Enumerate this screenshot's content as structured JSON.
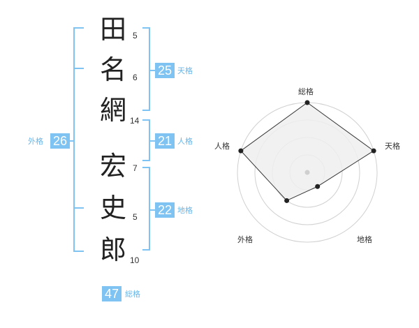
{
  "name_chars": [
    {
      "char": "田",
      "strokes": "5"
    },
    {
      "char": "名",
      "strokes": "6"
    },
    {
      "char": "網",
      "strokes": "14"
    },
    {
      "char": "宏",
      "strokes": "7"
    },
    {
      "char": "史",
      "strokes": "5"
    },
    {
      "char": "郎",
      "strokes": "10"
    }
  ],
  "kakusu": {
    "tenkaku": {
      "value": "25",
      "label": "天格"
    },
    "jinkaku": {
      "value": "21",
      "label": "人格"
    },
    "chikaku": {
      "value": "22",
      "label": "地格"
    },
    "gaikaku": {
      "value": "26",
      "label": "外格"
    },
    "soukaku": {
      "value": "47",
      "label": "総格"
    }
  },
  "chart_data": {
    "type": "radar",
    "axes": [
      "総格",
      "天格",
      "地格",
      "外格",
      "人格"
    ],
    "values": [
      4,
      4,
      1,
      2,
      4
    ],
    "max": 4,
    "rings": 4
  },
  "colors": {
    "accent": "#7ec3f2",
    "accent_text": "#66b7ec",
    "radar_fill": "#efefef"
  }
}
